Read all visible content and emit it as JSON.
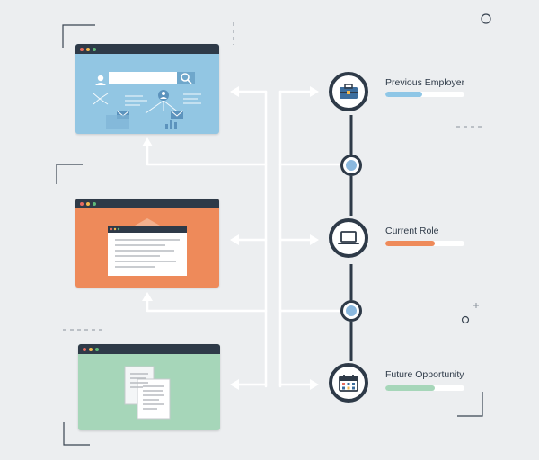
{
  "stages": [
    {
      "label": "Previous Employer",
      "icon": "briefcase-icon",
      "progress": 0.47,
      "color": "#8ec6e6"
    },
    {
      "label": "Current Role",
      "icon": "laptop-icon",
      "progress": 0.63,
      "color": "#ee8a5a"
    },
    {
      "label": "Future Opportunity",
      "icon": "calendar-icon",
      "progress": 0.62,
      "color": "#a6d6b9"
    }
  ],
  "colors": {
    "background": "#eceef0",
    "dark": "#2e3a48",
    "blue_panel": "#92c6e3",
    "orange_panel": "#ee8a5a",
    "green_panel": "#a6d6b9",
    "connector_dot": "#8ab8de"
  }
}
